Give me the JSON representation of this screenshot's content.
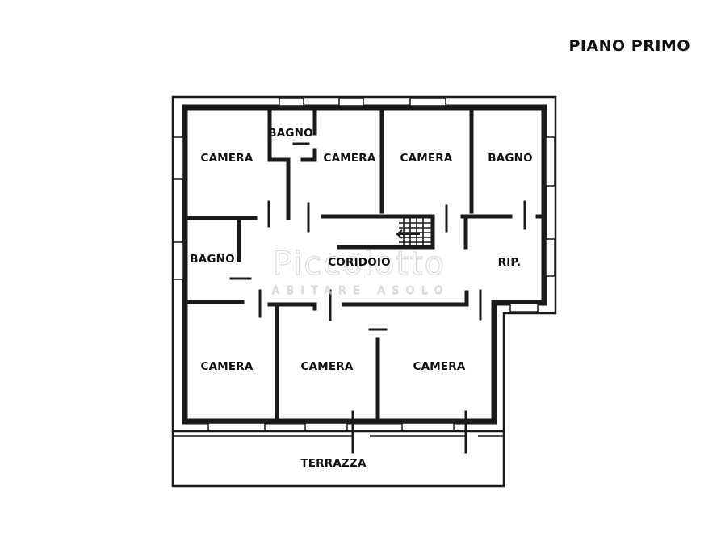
{
  "title": "PIANO PRIMO",
  "watermark": {
    "name": "Piccolotto",
    "tagline": "ABITARE ASOLO"
  },
  "rooms": [
    {
      "id": "bagno-1",
      "label": "BAGNO"
    },
    {
      "id": "camera-1",
      "label": "CAMERA"
    },
    {
      "id": "camera-2",
      "label": "CAMERA"
    },
    {
      "id": "camera-3",
      "label": "CAMERA"
    },
    {
      "id": "bagno-2",
      "label": "BAGNO"
    },
    {
      "id": "bagno-3",
      "label": "BAGNO"
    },
    {
      "id": "corridoio",
      "label": "CORIDOIO"
    },
    {
      "id": "ripostiglio",
      "label": "RIP."
    },
    {
      "id": "camera-4",
      "label": "CAMERA"
    },
    {
      "id": "camera-5",
      "label": "CAMERA"
    },
    {
      "id": "camera-6",
      "label": "CAMERA"
    },
    {
      "id": "terrazza",
      "label": "TERRAZZA"
    }
  ]
}
